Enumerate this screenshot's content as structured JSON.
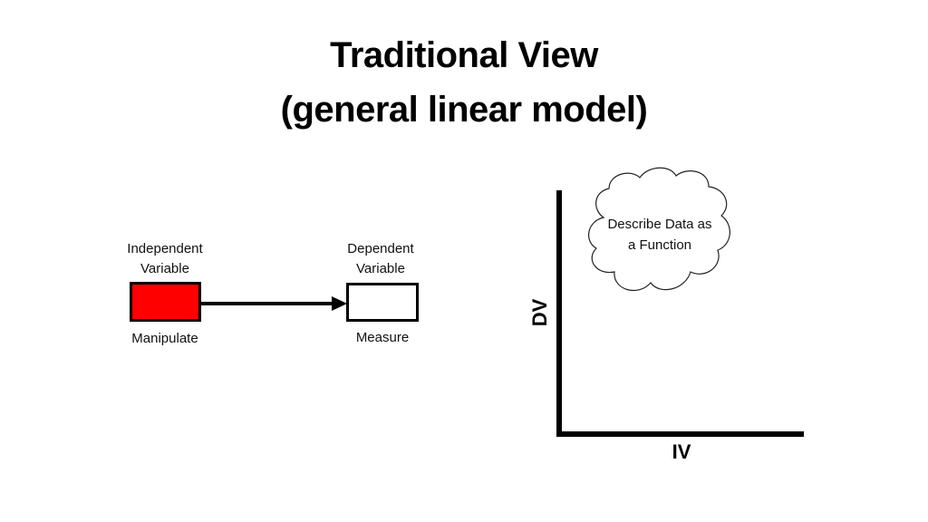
{
  "slide": {
    "title_line1": "Traditional View",
    "title_line2": "(general linear model)"
  },
  "flow": {
    "independent": {
      "label_line1": "Independent",
      "label_line2": "Variable",
      "action": "Manipulate",
      "fill_color": "#ff0000"
    },
    "dependent": {
      "label_line1": "Dependent",
      "label_line2": "Variable",
      "action": "Measure",
      "fill_color": "#ffffff"
    },
    "arrow_color": "#000000"
  },
  "graph": {
    "y_axis_label": "DV",
    "x_axis_label": "IV",
    "cloud_text_line1": "Describe Data as",
    "cloud_text_line2": "a Function"
  }
}
